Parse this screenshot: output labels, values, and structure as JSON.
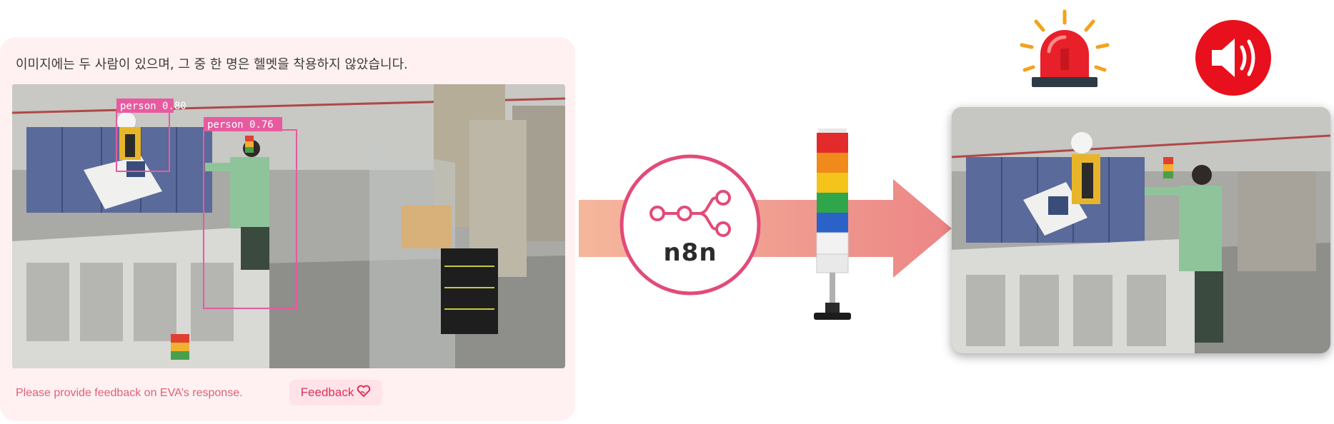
{
  "eva_panel": {
    "message": "이미지에는 두 사람이 있으며, 그 중 한 명은 헬멧을 착용하지 않았습니다.",
    "feedback_prompt": "Please provide feedback on EVA’s response.",
    "feedback_button_label": "Feedback",
    "detections": [
      {
        "label": "person",
        "confidence": "0.80"
      },
      {
        "label": "person",
        "confidence": "0.76"
      }
    ]
  },
  "workflow": {
    "node_label": "n8n"
  },
  "icons": {
    "alert_light": "red-siren-icon",
    "speaker": "speaker-sound-icon",
    "feedback": "heart-hand-icon",
    "workflow": "n8n-workflow-icon",
    "signal_tower": "stack-light-tower"
  },
  "colors": {
    "accent_pink": "#e0607a",
    "detection_box": "#e85aa0",
    "arrow": "#ef8f8f",
    "siren_red": "#e8202a",
    "panel_bg": "#fff1f2"
  }
}
